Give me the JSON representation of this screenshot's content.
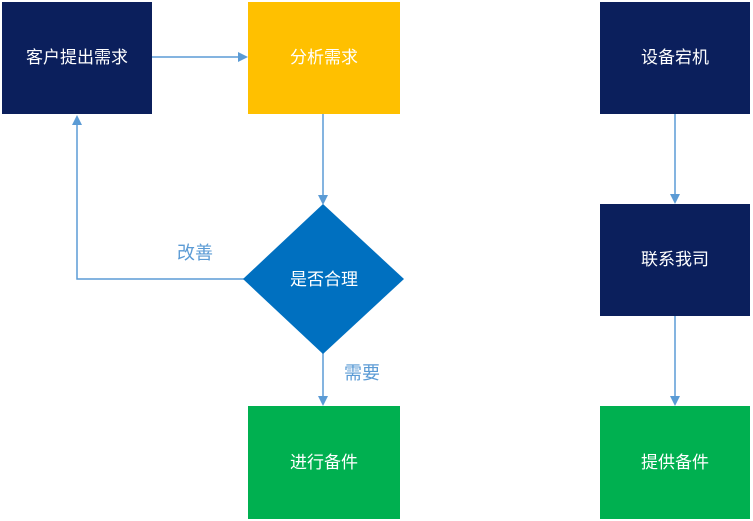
{
  "colors": {
    "navy": "#0b1f5c",
    "amber": "#ffc000",
    "blue": "#0070c0",
    "green": "#00b050",
    "connector": "#5b9bd5"
  },
  "nodes": {
    "customer_request": "客户提出需求",
    "analyze_request": "分析需求",
    "is_reasonable": "是否合理",
    "prepare_parts": "进行备件",
    "equipment_down": "设备宕机",
    "contact_us": "联系我司",
    "provide_parts": "提供备件"
  },
  "edge_labels": {
    "improve": "改善",
    "needed": "需要"
  }
}
